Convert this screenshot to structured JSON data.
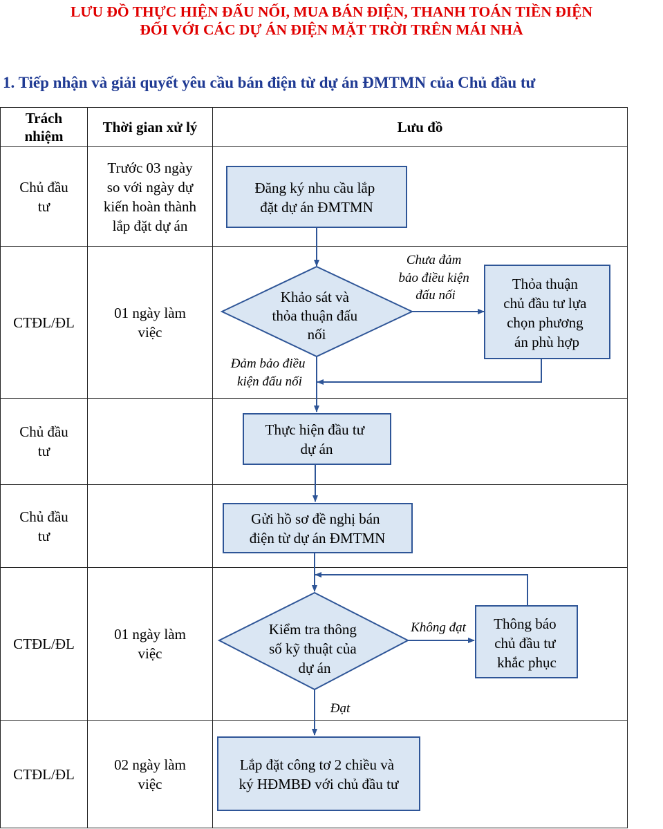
{
  "document": {
    "title_line1": "LƯU ĐỒ THỰC HIỆN ĐẤU NỐI, MUA BÁN ĐIỆN, THANH TOÁN TIỀN ĐIỆN",
    "title_line2": "ĐỐI VỚI CÁC DỰ ÁN ĐIỆN MẶT TRỜI TRÊN MÁI NHÀ",
    "section_heading": "1. Tiếp nhận và giải quyết yêu cầu bán điện từ dự án ĐMTMN của Chủ đầu tư"
  },
  "table": {
    "headers": {
      "responsibility": [
        "Trách",
        "nhiệm"
      ],
      "processing_time": "Thời gian xử lý",
      "flowchart": "Lưu đồ"
    },
    "rows": [
      {
        "responsibility": [
          "Chủ đầu",
          "tư"
        ],
        "time": [
          "Trước 03 ngày",
          "so với ngày dự",
          "kiến hoàn thành",
          "lắp đặt dự án"
        ]
      },
      {
        "responsibility": [
          "CTĐL/ĐL"
        ],
        "time": [
          "01 ngày làm",
          "việc"
        ]
      },
      {
        "responsibility": [
          "Chủ đầu",
          "tư"
        ],
        "time": []
      },
      {
        "responsibility": [
          "Chủ đầu",
          "tư"
        ],
        "time": []
      },
      {
        "responsibility": [
          "CTĐL/ĐL"
        ],
        "time": [
          "01 ngày làm",
          "việc"
        ]
      },
      {
        "responsibility": [
          "CTĐL/ĐL"
        ],
        "time": [
          "02 ngày làm",
          "việc"
        ]
      }
    ]
  },
  "flowchart": {
    "nodes": {
      "register": [
        "Đăng ký nhu cầu lắp",
        "đặt dự án ĐMTMN"
      ],
      "survey": [
        "Khảo sát và",
        "thỏa thuận đấu",
        "nối"
      ],
      "agree_option": [
        "Thỏa thuận",
        "chủ đầu tư lựa",
        "chọn phương",
        "án phù hợp"
      ],
      "invest": [
        "Thực hiện đầu tư",
        "dự án"
      ],
      "submit": [
        "Gửi hồ sơ đề nghị bán",
        "điện từ dự án ĐMTMN"
      ],
      "check": [
        "Kiểm tra thông",
        "số kỹ thuật của",
        "dự án"
      ],
      "notify": [
        "Thông báo",
        "chủ đầu tư",
        "khắc phục"
      ],
      "install": [
        "Lắp đặt công tơ 2 chiều và",
        "ký HĐMBĐ với chủ đầu tư"
      ]
    },
    "edge_labels": {
      "not_ensured": [
        "Chưa đảm",
        "bảo điều kiện",
        "đấu nối"
      ],
      "ensured": [
        "Đảm bảo điều",
        "kiện đấu nối"
      ],
      "not_pass": [
        "Không đạt"
      ],
      "pass": [
        "Đạt"
      ]
    },
    "colors": {
      "fill": "#dae6f3",
      "stroke": "#2e5597",
      "arrow": "#2e5597"
    }
  }
}
